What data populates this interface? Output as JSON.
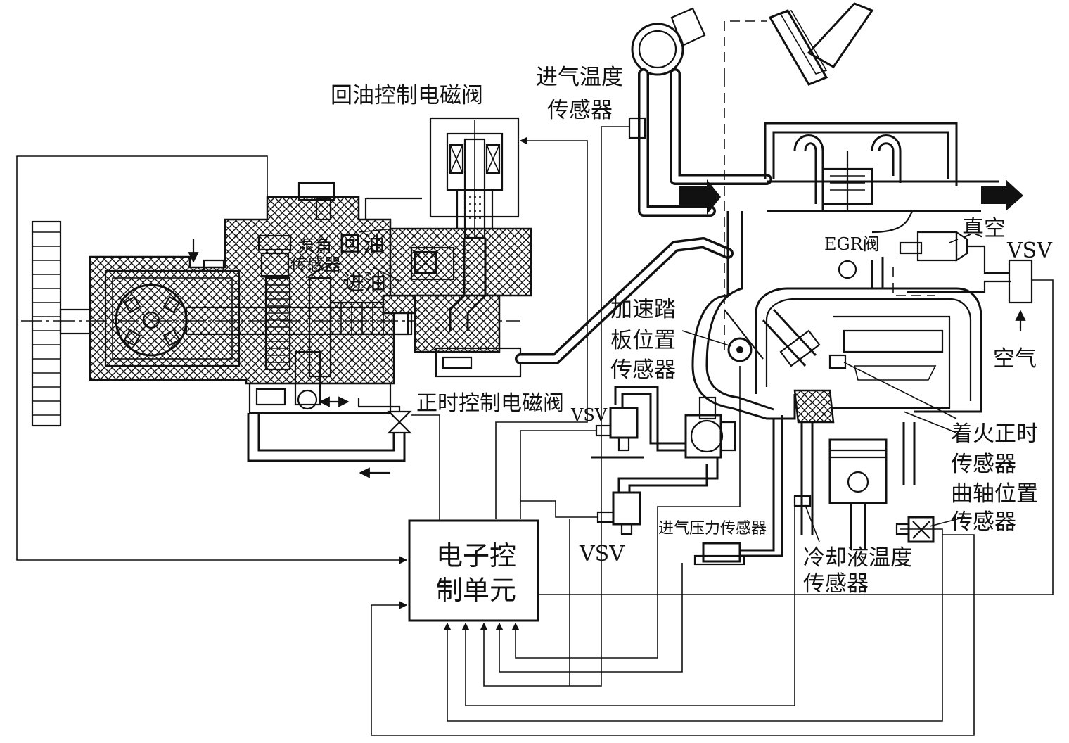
{
  "labels": {
    "return_solenoid": "回油控制电磁阀",
    "intake_temp_1": "进气温度",
    "intake_temp_2": "传感器",
    "pump_angle_1": "泵角",
    "pump_angle_2": "传感器",
    "return_oil_1": "回",
    "return_oil_2": "油",
    "inlet_oil": "进油",
    "egr_valve": "EGR阀",
    "vacuum": "真空",
    "vsv_right": "VSV",
    "air": "空气",
    "accel_1": "加速踏",
    "accel_2": "板位置",
    "accel_3": "传感器",
    "timing_solenoid": "正时控制电磁阀",
    "vsv_upper": "VSV",
    "vsv_lower": "VSV",
    "ignition_1": "着火正时",
    "ignition_2": "传感器",
    "crank_1": "曲轴位置",
    "crank_2": "传感器",
    "intake_pressure": "进气压力传感器",
    "coolant_1": "冷却液温度",
    "coolant_2": "传感器",
    "ecu_1": "电子控",
    "ecu_2": "制单元"
  },
  "icons": {
    "flow_arrow_in": "filled-arrow-right",
    "flow_arrow_out": "filled-arrow-right"
  }
}
